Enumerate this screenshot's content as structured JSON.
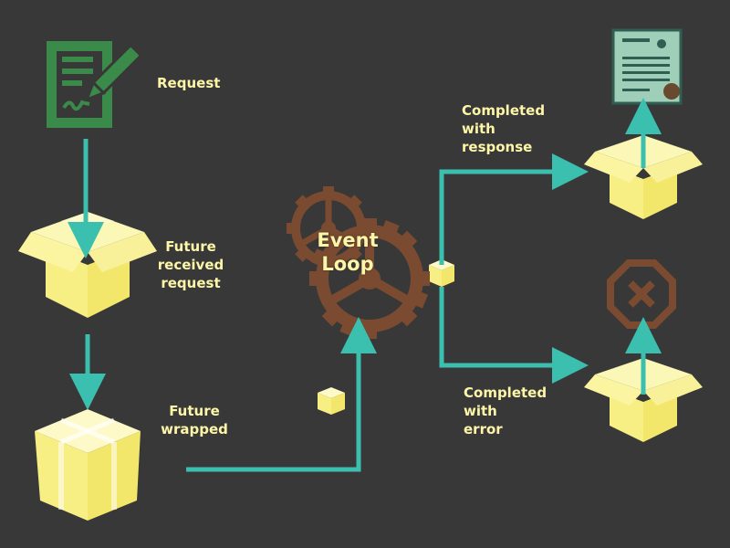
{
  "labels": {
    "request": "Request",
    "future_received": "Future\nreceived\nrequest",
    "future_wrapped": "Future\nwrapped",
    "event_loop": "Event\nLoop",
    "completed_response": "Completed\nwith\nresponse",
    "completed_error": "Completed\nwith\nerror"
  },
  "colors": {
    "background": "#383838",
    "arrow": "#3bbfae",
    "label": "#fdf6a8",
    "box": "#f7ef83",
    "box_light": "#fbf7b6",
    "gear": "#7a4b30",
    "request_icon": "#3a8a4a",
    "error_icon": "#7a4b30",
    "document": "#9fcfb8"
  },
  "icons": {
    "request": "document-pen-icon",
    "future_received": "open-box-icon",
    "future_wrapped": "wrapped-gift-box-icon",
    "small_box": "small-cube-icon",
    "event_loop": "gears-icon",
    "response_document": "certificate-document-icon",
    "error": "x-octagon-icon"
  }
}
